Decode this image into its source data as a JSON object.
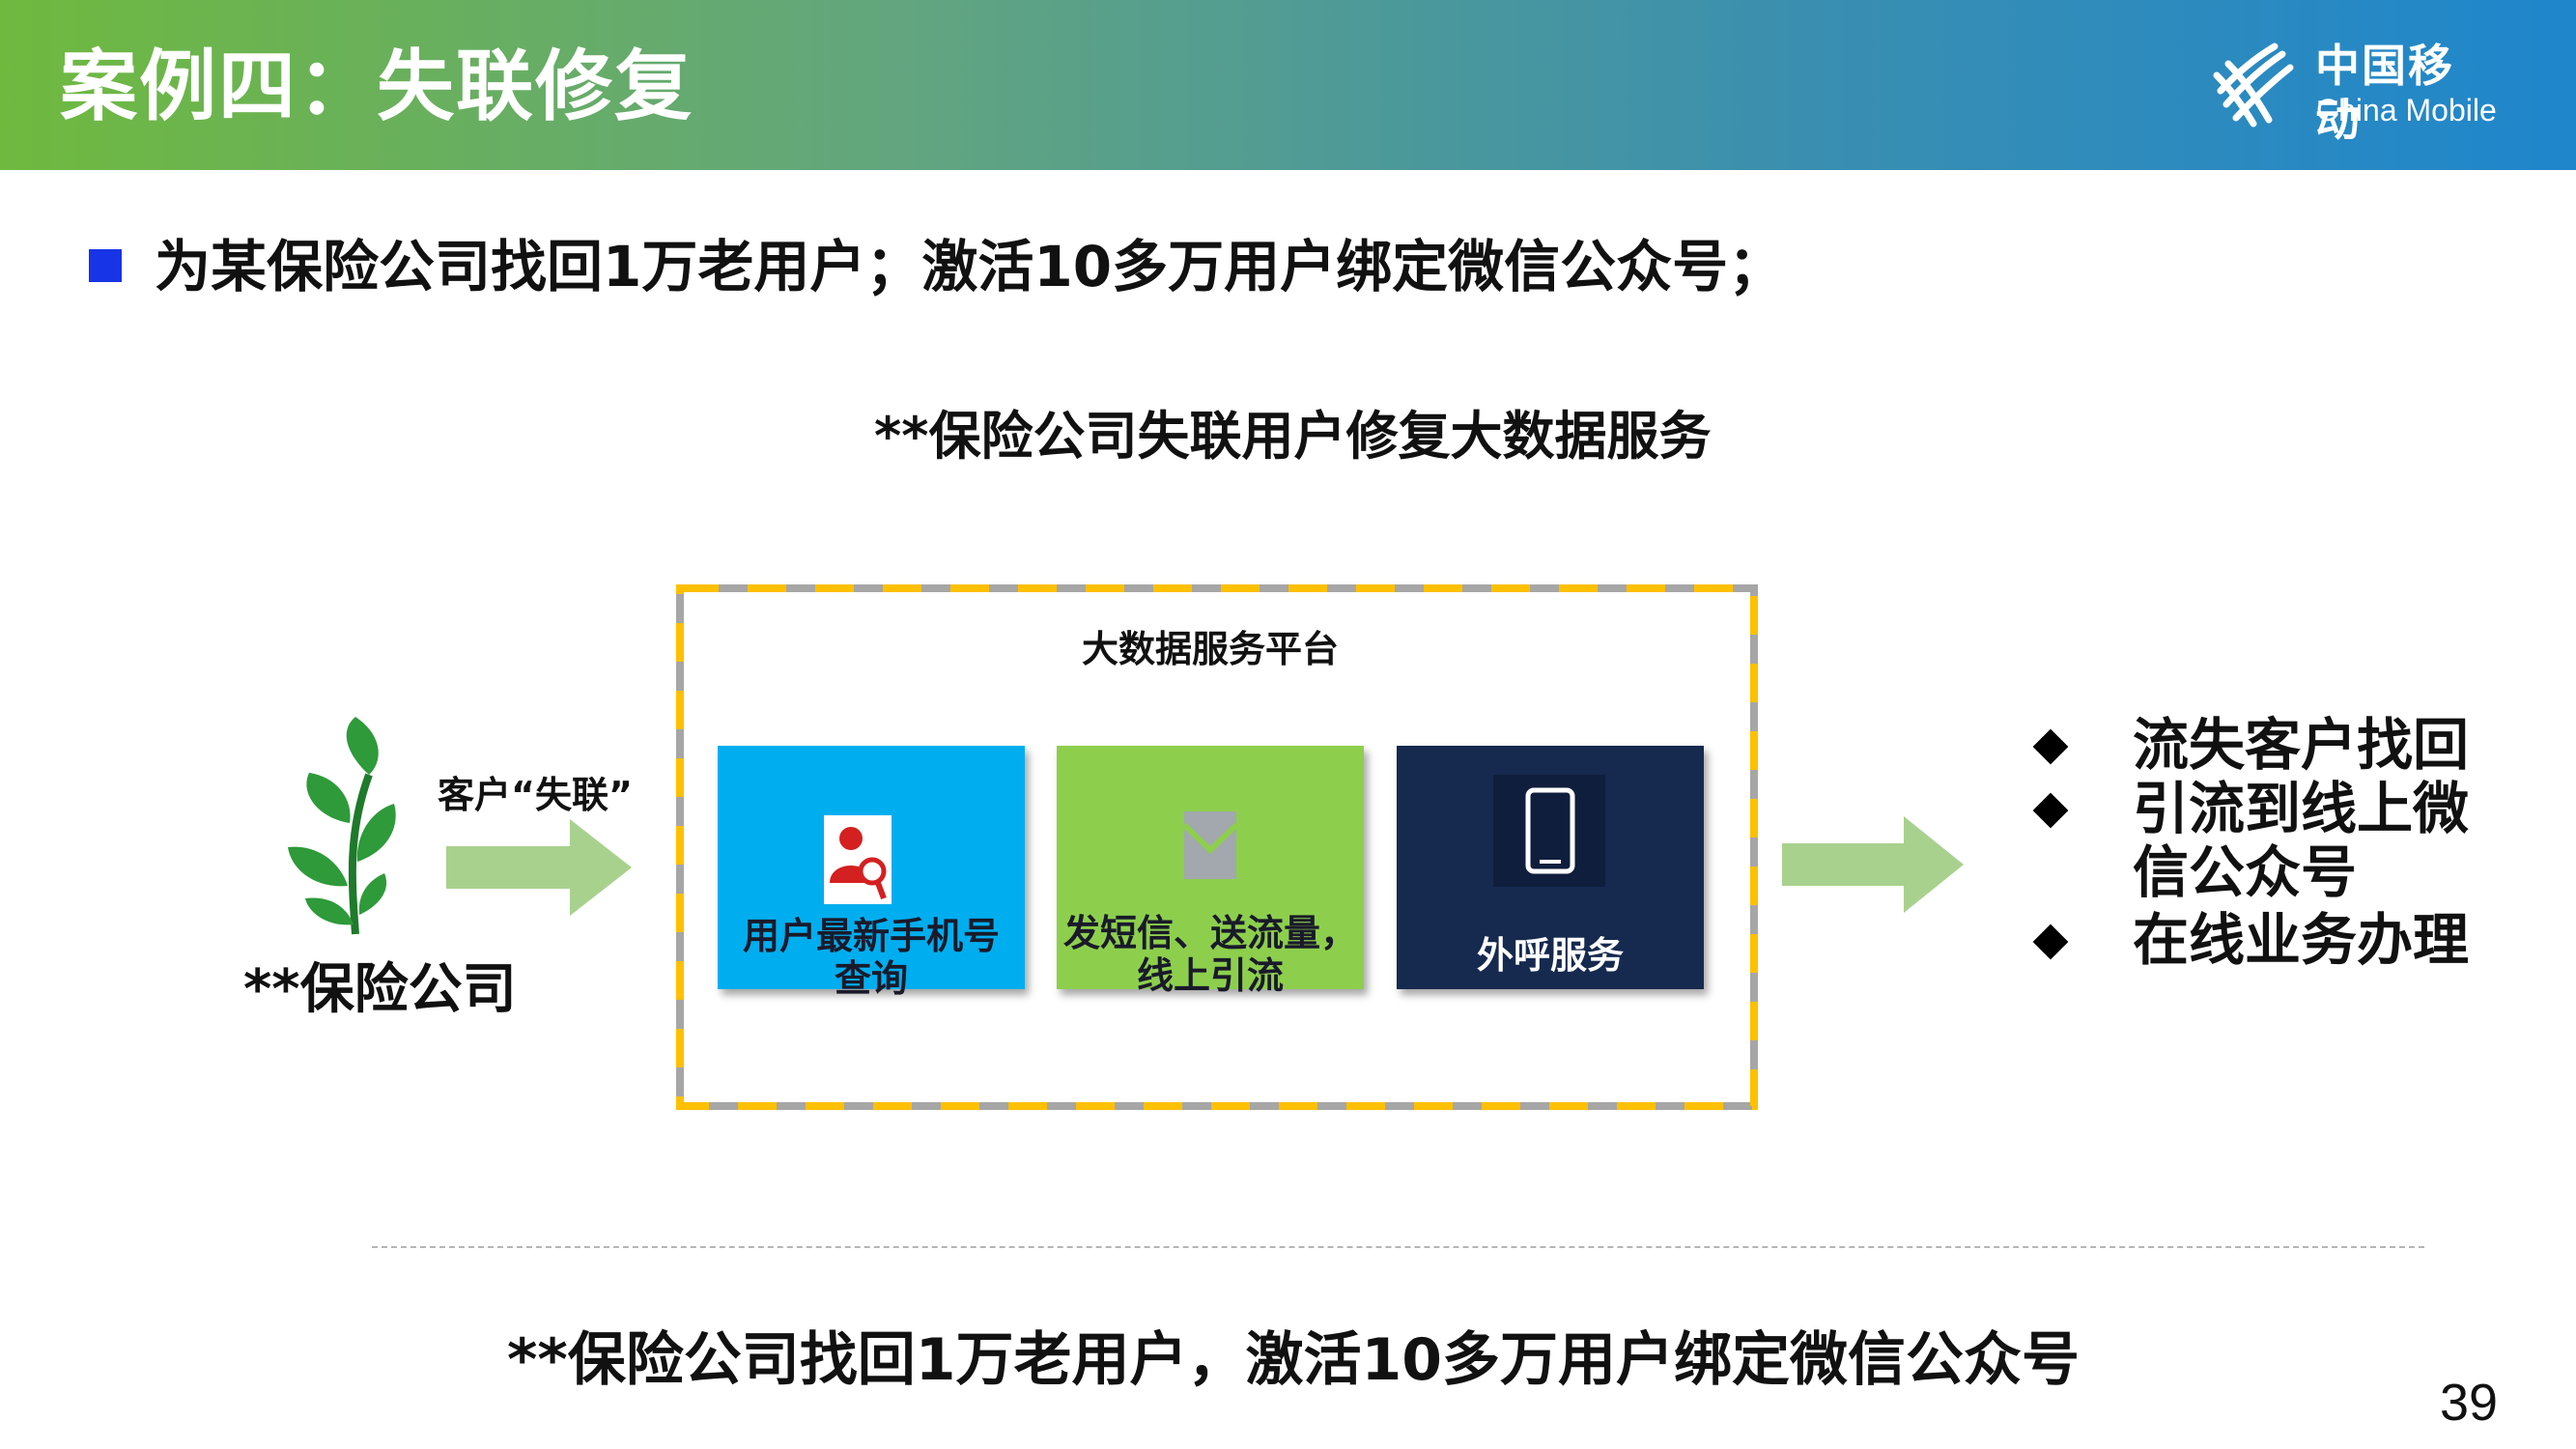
{
  "header": {
    "title": "案例四：失联修复",
    "logo_cn": "中国移动",
    "logo_en": "China Mobile"
  },
  "headline": "为某保险公司找回1万老用户；激活10多万用户绑定微信公众号；",
  "diagram": {
    "title": "**保险公司失联用户修复大数据服务",
    "company": "**保险公司",
    "arrow_label": "客户“失联”",
    "platform_title": "大数据服务平台",
    "cards": [
      {
        "label": "用户最新手机号查询",
        "color": "#00aeef",
        "icon": "person-search-icon"
      },
      {
        "label": "发短信、送流量，线上引流",
        "color": "#8dcf4d",
        "icon": "envelope-icon"
      },
      {
        "label": "外呼服务",
        "color": "#16294f",
        "icon": "mobile-phone-icon"
      }
    ],
    "results": [
      "流失客户找回",
      "引流到线上微信公众号",
      "在线业务办理"
    ]
  },
  "conclusion": "**保险公司找回1万老用户，激活10多万用户绑定微信公众号",
  "page_number": "39",
  "colors": {
    "header_gradient": [
      "#6fb93f",
      "#1f86cc"
    ],
    "bullet": "#1734e6",
    "arrow": "#a9d18e",
    "dash_yellow": "#ffc000",
    "dash_gray": "#a6a6a6"
  }
}
